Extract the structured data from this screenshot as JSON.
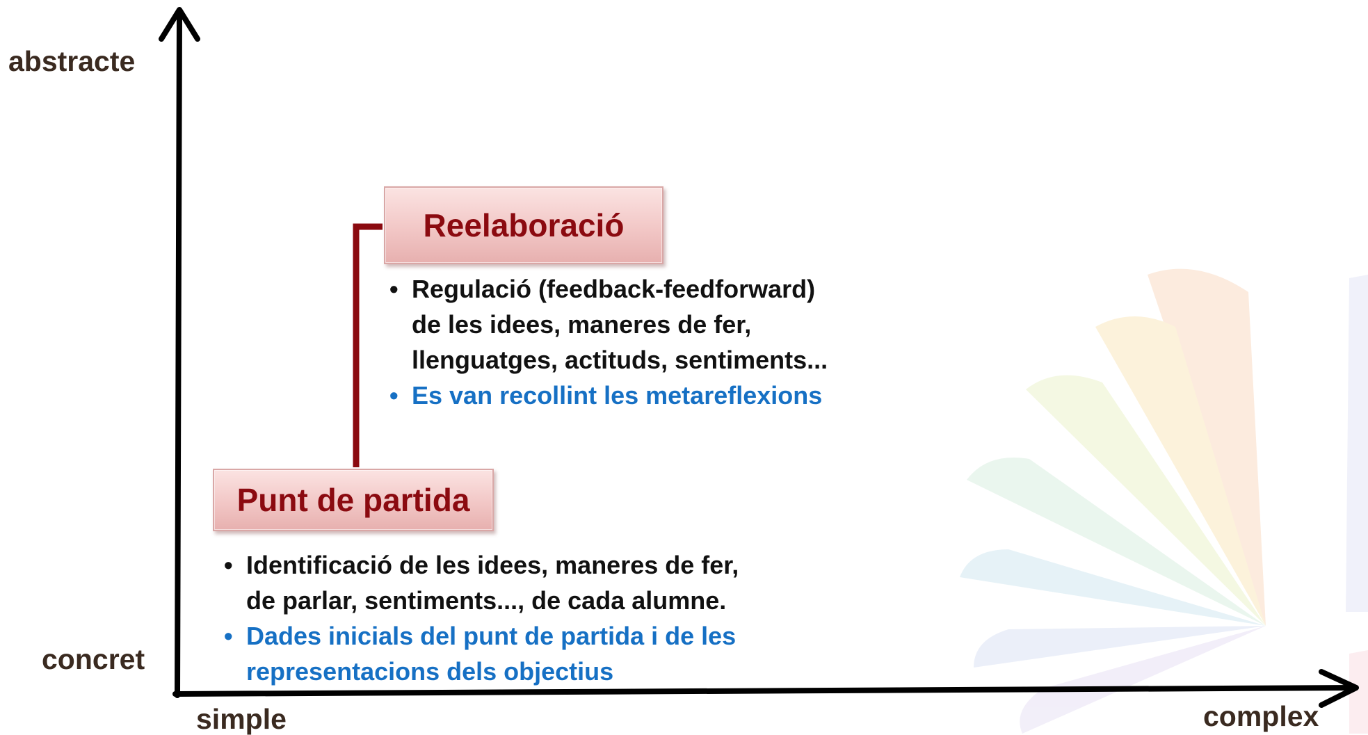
{
  "axes": {
    "y_top": "abstracte",
    "y_bottom": "concret",
    "x_left": "simple",
    "x_right": "complex"
  },
  "stages": [
    {
      "title": "Punt de partida",
      "items": [
        {
          "text": "Identificació de les idees, maneres de fer, de parlar, sentiments..., de cada alumne.",
          "color": "#111111"
        },
        {
          "text": "Dades inicials del punt de partida i de les representacions dels objectius",
          "color": "#1670c4"
        }
      ]
    },
    {
      "title": "Reelaboració",
      "items": [
        {
          "text": "Regulació (feedback-feedforward) de les idees, maneres de fer, llenguatges, actituds, sentiments...",
          "color": "#111111"
        },
        {
          "text": "Es van recollint les metareflexions",
          "color": "#1670c4"
        }
      ]
    }
  ],
  "colors": {
    "axis": "#000000",
    "stage_title": "#8b0a10",
    "connector": "#8b0a10",
    "box_fill": "#f2c7c6",
    "highlight_text": "#1670c4"
  }
}
